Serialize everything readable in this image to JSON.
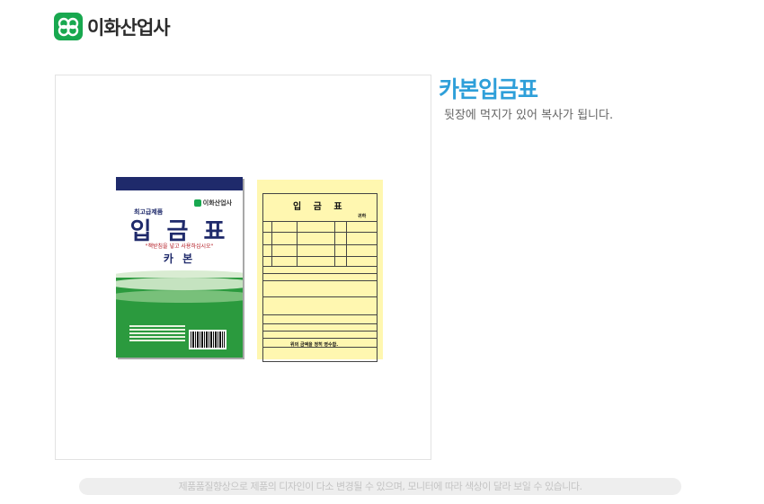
{
  "header": {
    "logo_text": "이화산업사"
  },
  "product": {
    "title": "카본입금표",
    "description": "뒷장에 먹지가 있어 복사가 됩니다."
  },
  "book": {
    "small_label": "최고급제품",
    "brand": "이화산업사",
    "title": "입 금 표",
    "caption": "\"책받침을 넣고 사용하십시오\"",
    "subtitle": "카 본"
  },
  "form": {
    "heading": "입 금 표",
    "recipient": "귀하",
    "footer": "위의 금액을 정히 영수함."
  },
  "footer_note": "제품품질향상으로 제품의 디자인이 다소 변경될 수 있으며, 모니터에 따라 색상이 달라 보일 수 있습니다.",
  "colors": {
    "brand_green": "#18a84f",
    "title_blue": "#2e9fd9",
    "cover_navy": "#1f2a6b",
    "form_yellow": "#fff7b0"
  }
}
